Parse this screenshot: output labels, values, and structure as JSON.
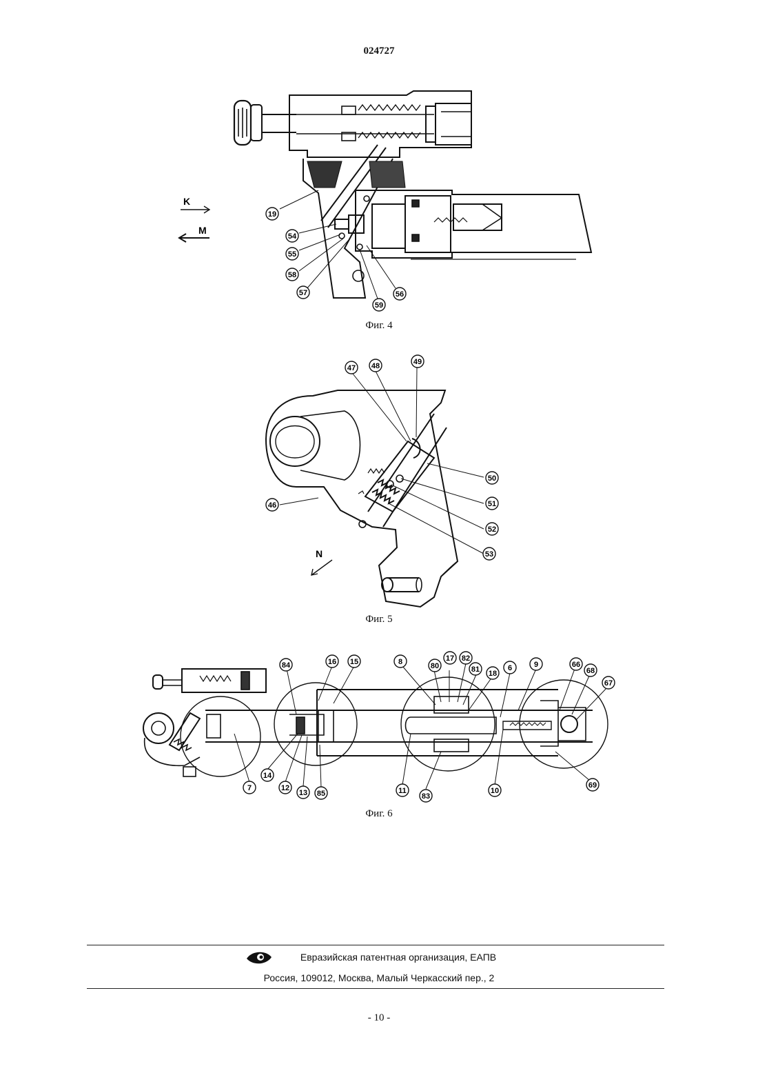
{
  "header": {
    "patent_number": "024727"
  },
  "figures": [
    {
      "caption": "Фиг. 4",
      "arrows": [
        {
          "letter": "K"
        },
        {
          "letter": "M"
        }
      ],
      "labels": [
        "19",
        "54",
        "55",
        "58",
        "57",
        "59",
        "56"
      ]
    },
    {
      "caption": "Фиг. 5",
      "arrows": [
        {
          "letter": "N"
        }
      ],
      "labels": [
        "47",
        "48",
        "49",
        "50",
        "51",
        "52",
        "53",
        "46"
      ]
    },
    {
      "caption": "Фиг. 6",
      "labels": [
        "84",
        "16",
        "15",
        "8",
        "80",
        "17",
        "82",
        "81",
        "18",
        "6",
        "9",
        "66",
        "68",
        "67",
        "7",
        "14",
        "12",
        "13",
        "85",
        "11",
        "83",
        "10",
        "69"
      ]
    }
  ],
  "footer": {
    "organization": "Евразийская патентная организация, ЕАПВ",
    "address": "Россия, 109012, Москва, Малый Черкасский пер., 2",
    "logo_icon": "eapo-eye-logo-icon"
  },
  "page_number": "- 10 -"
}
